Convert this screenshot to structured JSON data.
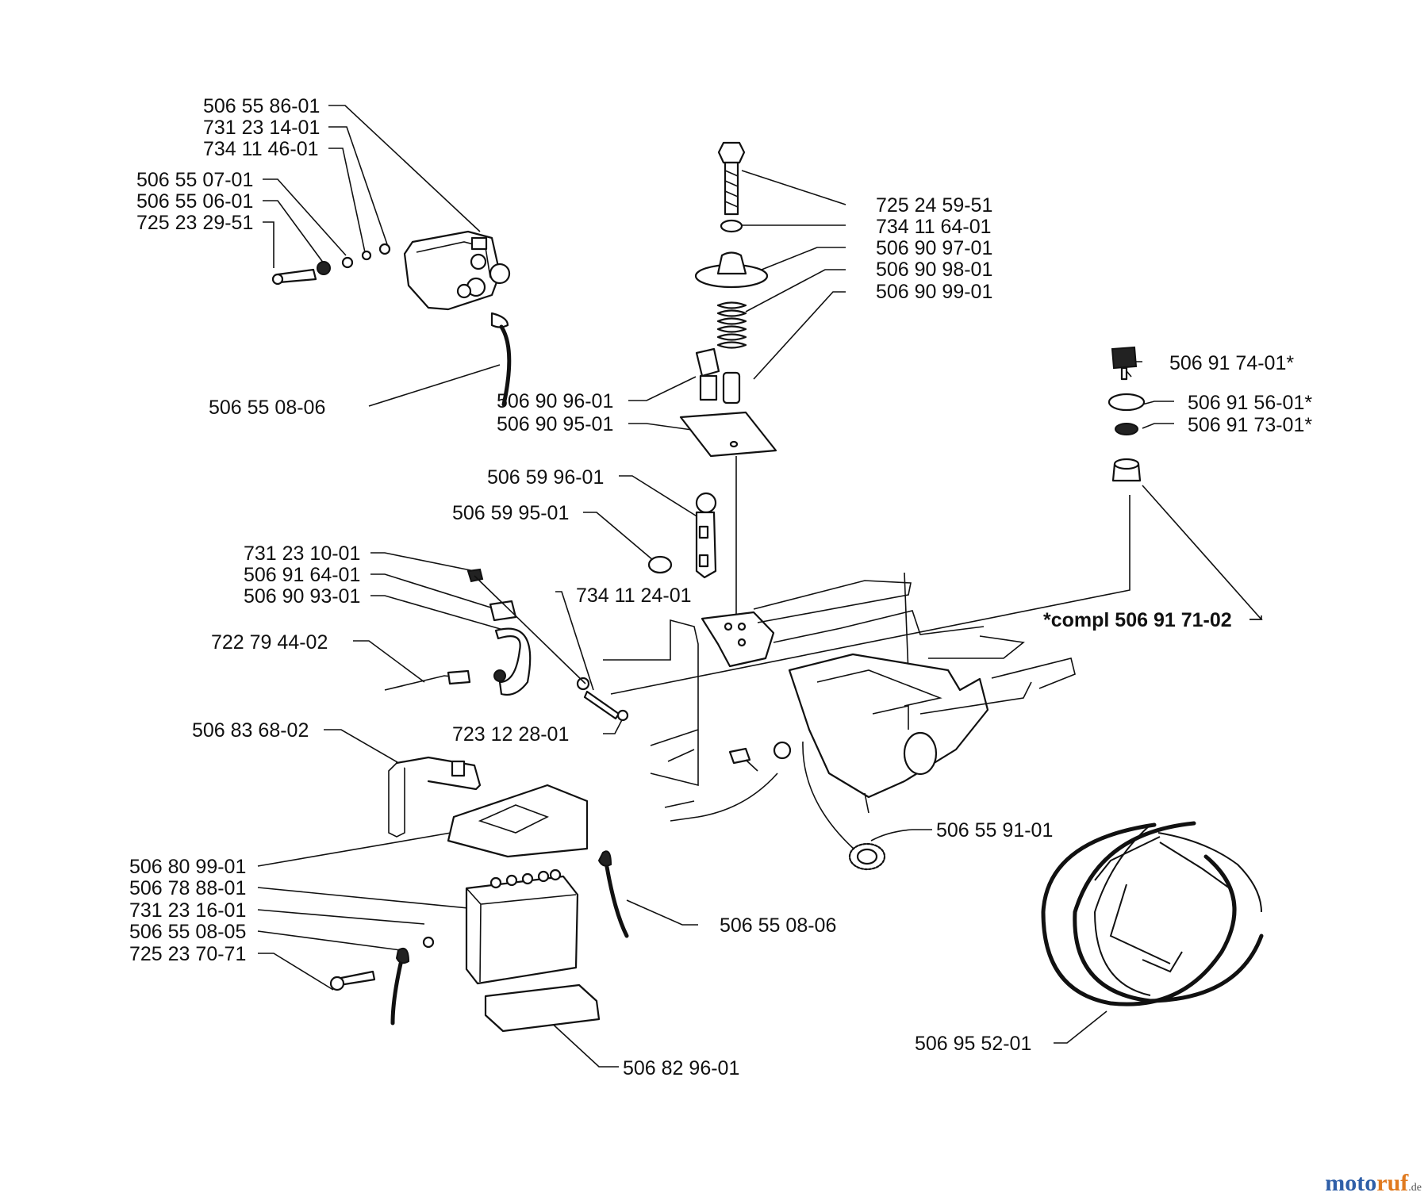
{
  "parts": {
    "p_5065586_01": "506 55 86-01",
    "p_7312314_01": "731 23 14-01",
    "p_7341146_01": "734 11 46-01",
    "p_5065507_01": "506 55 07-01",
    "p_5065506_01": "506 55 06-01",
    "p_7252329_51": "725 23 29-51",
    "p_5065508_06a": "506 55 08-06",
    "p_7252459_51": "725 24 59-51",
    "p_7341164_01": "734 11 64-01",
    "p_5069097_01": "506 90 97-01",
    "p_5069098_01": "506 90 98-01",
    "p_5069099_01": "506 90 99-01",
    "p_5069096_01": "506 90 96-01",
    "p_5069095_01": "506 90 95-01",
    "p_5069174_01": "506 91 74-01*",
    "p_5069156_01": "506 91 56-01*",
    "p_5069173_01": "506 91 73-01*",
    "p_5065996_01": "506 59 96-01",
    "p_5065995_01": "506 59 95-01",
    "p_7312310_01": "731 23 10-01",
    "p_5069164_01": "506 91 64-01",
    "p_5069093_01": "506 90 93-01",
    "p_7341124_01": "734 11 24-01",
    "p_compl": "*compl 506 91 71-02",
    "p_7227944_02": "722 79 44-02",
    "p_7231228_01": "723 12 28-01",
    "p_5068368_02": "506 83 68-02",
    "p_5065591_01": "506 55 91-01",
    "p_5068099_01": "506 80 99-01",
    "p_5067888_01": "506 78 88-01",
    "p_7312316_01": "731 23 16-01",
    "p_5065508_05": "506 55 08-05",
    "p_7252370_71": "725 23 70-71",
    "p_5065508_06b": "506 55 08-06",
    "p_5069552_01": "506 95 52-01",
    "p_5068296_01": "506 82 96-01"
  },
  "watermark": {
    "part1": "moto",
    "part2": "ruf",
    "part3": ".de"
  }
}
